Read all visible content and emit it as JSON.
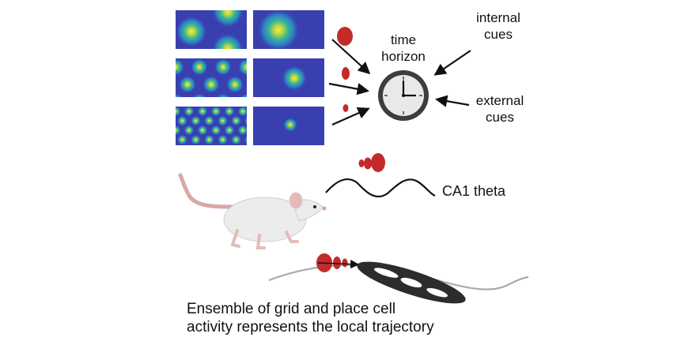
{
  "labels": {
    "time_horizon": "time\nhorizon",
    "internal_cues": "internal\ncues",
    "external_cues": "external\ncues",
    "ca1_theta": "CA1 theta",
    "caption_line1": "Ensemble of grid and place cell",
    "caption_line2": "activity represents the local trajectory"
  },
  "colors": {
    "field_background": "#3a3fb0",
    "field_center": "#f2ec3a",
    "red_blob": "#c42a2a",
    "clock_rim": "#3d3d3d",
    "clock_face": "#e9e9e9",
    "arrow": "#111111",
    "track": "#aaaaaa",
    "rat_body": "#ececec",
    "rat_tail": "#d9a7a4"
  },
  "icons": {
    "clock": "clock-icon",
    "rat": "rat-illustration"
  }
}
